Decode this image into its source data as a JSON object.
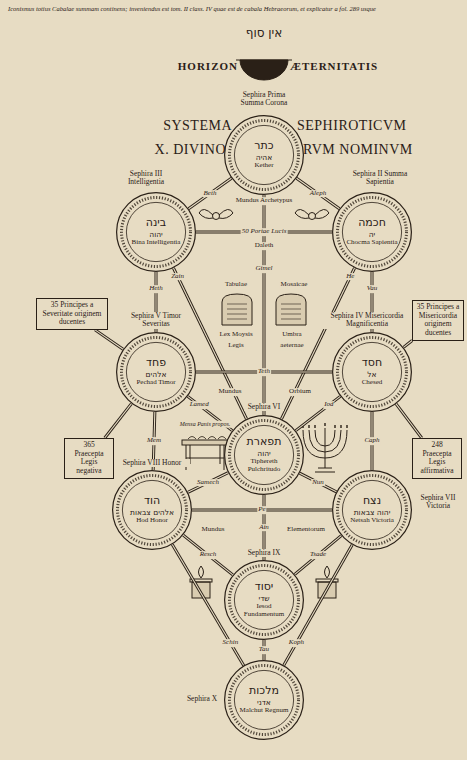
{
  "diagram": {
    "nodes": [
      {
        "text": [
          "Sephira Prima Summa Corona",
          "כתר",
          "אהיה",
          "Kether"
        ]
      },
      {
        "text": [
          "Sephira II Summa Sapientia",
          "חכמה",
          "יה",
          "Chocma Sapientia"
        ]
      },
      {
        "text": [
          "Sephira III Intelligentia",
          "בינה",
          "יהוה",
          "Bina Intelligentia"
        ]
      },
      {
        "text": [
          "Sephira IV Misericordia Magnificentia",
          "חסד",
          "אל",
          "Chesed"
        ]
      },
      {
        "text": [
          "Sephira V Timor Severitas",
          "פחד",
          "אלהים",
          "Pechad Timor"
        ]
      },
      {
        "text": [
          "Sephira VI",
          "תפארת",
          "יהוה",
          "Tiphereth Pulchritudo"
        ]
      },
      {
        "text": [
          "Sephira VII Victoria",
          "נצח",
          "יהוה צבאות",
          "Netsah Victoria"
        ]
      },
      {
        "text": [
          "Sephira VIII Honor",
          "הוד",
          "אלהים צבאות",
          "Hod Honor"
        ]
      },
      {
        "text": [
          "Sephira IX",
          "יסוד",
          "שדי",
          "Iesod Fundamentum"
        ]
      },
      {
        "text": [
          "Sephira X",
          "מלכות",
          "אדני",
          "Malchut Regnum"
        ]
      },
      {
        "text": [
          "35 Principes a Severitate originem ducentes"
        ]
      },
      {
        "text": [
          "35 Principes a Misericordia originem ducentes"
        ]
      },
      {
        "text": [
          "365 Praecepta Legis negativa"
        ]
      },
      {
        "text": [
          "248 Praecepta Legis affirmativa"
        ]
      }
    ],
    "edges": [
      {
        "from": 0,
        "to": 1,
        "label": "Aleph",
        "arrow": "none"
      },
      {
        "from": 0,
        "to": 2,
        "label": "Beth",
        "arrow": "none"
      },
      {
        "from": 0,
        "to": 5,
        "label": "Gimel",
        "arrow": "none"
      },
      {
        "from": 1,
        "to": 2,
        "label": "50 Portae Lucis",
        "arrow": "none"
      },
      {
        "from": 1,
        "to": 5,
        "label": "He",
        "arrow": "none"
      },
      {
        "from": 1,
        "to": 3,
        "label": "Vau",
        "arrow": "none"
      },
      {
        "from": 2,
        "to": 5,
        "label": "Zain",
        "arrow": "none"
      },
      {
        "from": 2,
        "to": 4,
        "label": "Heth",
        "arrow": "none"
      },
      {
        "from": 3,
        "to": 4,
        "label": "Teth",
        "arrow": "none"
      },
      {
        "from": 3,
        "to": 5,
        "label": "Iod",
        "arrow": "none"
      },
      {
        "from": 3,
        "to": 6,
        "label": "Caph",
        "arrow": "none"
      },
      {
        "from": 4,
        "to": 5,
        "label": "Lamed",
        "arrow": "none"
      },
      {
        "from": 4,
        "to": 7,
        "label": "Mem",
        "arrow": "none"
      },
      {
        "from": 5,
        "to": 6,
        "label": "Nun",
        "arrow": "none"
      },
      {
        "from": 5,
        "to": 7,
        "label": "Samech",
        "arrow": "none"
      },
      {
        "from": 5,
        "to": 8,
        "label": "Ain",
        "arrow": "none"
      },
      {
        "from": 6,
        "to": 7,
        "label": "Pe",
        "arrow": "none"
      },
      {
        "from": 6,
        "to": 8,
        "label": "Tsade",
        "arrow": "none"
      },
      {
        "from": 6,
        "to": 9,
        "label": "Koph",
        "arrow": "none"
      },
      {
        "from": 7,
        "to": 8,
        "label": "Resch",
        "arrow": "none"
      },
      {
        "from": 7,
        "to": 9,
        "label": "Schin",
        "arrow": "none"
      },
      {
        "from": 8,
        "to": 9,
        "label": "Tau",
        "arrow": "none"
      },
      {
        "from": 10,
        "to": 4,
        "arrow": "none"
      },
      {
        "from": 11,
        "to": 3,
        "arrow": "none"
      },
      {
        "from": 12,
        "to": 4,
        "arrow": "none"
      },
      {
        "from": 13,
        "to": 3,
        "arrow": "none"
      }
    ],
    "labels": [
      "Iconismus totius Cabalae summam continens; inveniendus est tom. II class. IV quae est de cabala Hebraeorum, et explicatur a fol. 289 usque",
      "אין סוף",
      "HORIZON",
      "ÆTERNITATIS",
      "SYSTEMA",
      "SEPHIROTICVM",
      "X. DIVINO",
      "RVM NOMINVM",
      "Mundus Archetypus",
      "Daleth",
      "Tabulae",
      "Mosaicae",
      "Lex Moysis",
      "Umbra",
      "Legis",
      "aeternae",
      "Mundus",
      "Orbium",
      "Mensa Panis propos.",
      "Mundus",
      "Elementorum"
    ]
  }
}
